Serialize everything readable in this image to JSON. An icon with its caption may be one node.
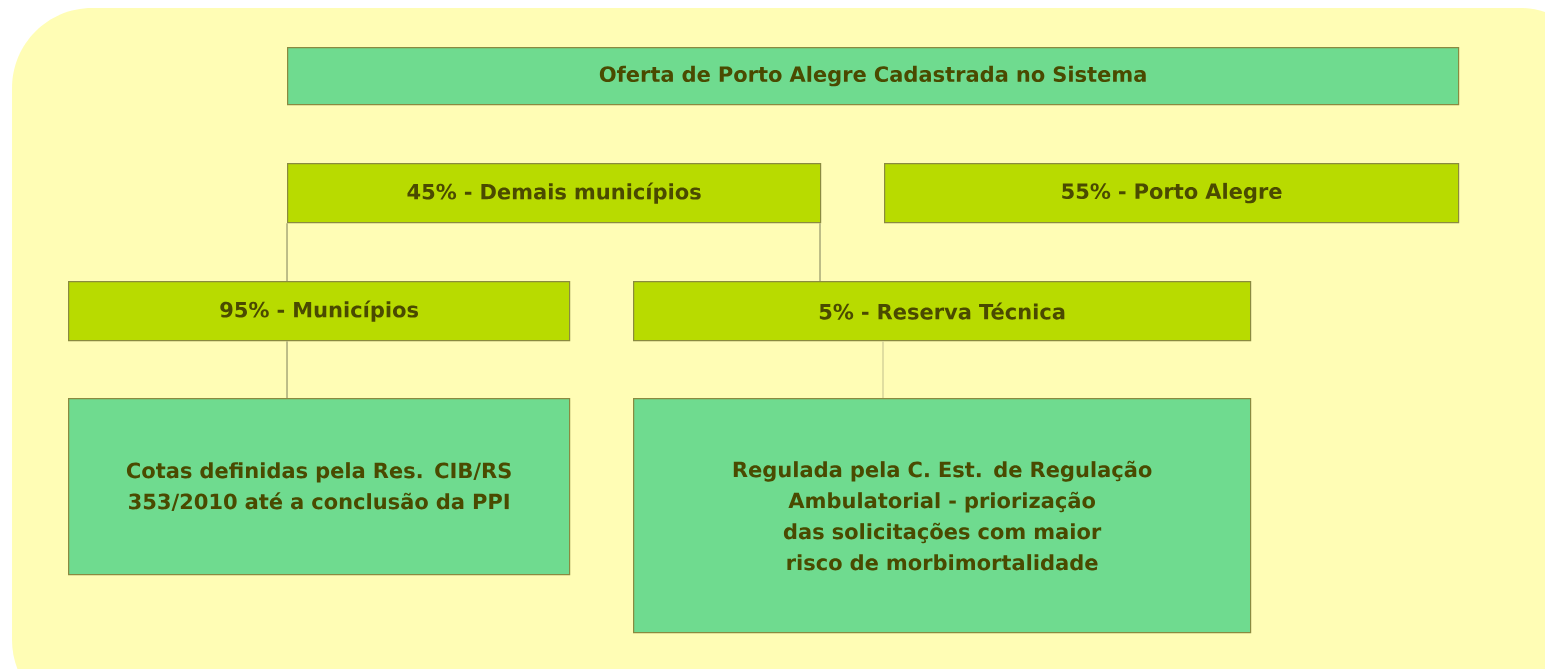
{
  "diagram": {
    "nodes": [
      {
        "text": [
          "Oferta de Porto Alegre Cadastrada no Sistema"
        ]
      },
      {
        "text": [
          "45% - Demais municípios"
        ]
      },
      {
        "text": [
          "55% - Porto Alegre"
        ]
      },
      {
        "text": [
          "95% - Municípios"
        ]
      },
      {
        "text": [
          "5% - Reserva Técnica"
        ]
      },
      {
        "text": [
          "Cotas definidas pela Res. CIB/RS 353/2010 até a conclusão da PPI"
        ]
      },
      {
        "text": [
          "Regulada pela C. Est. de Regulação Ambulatorial - priorização das solicitações com maior risco de morbimortalidade"
        ]
      }
    ],
    "edges": [
      {
        "from": 1,
        "to": 3,
        "arrow": "none"
      },
      {
        "from": 1,
        "to": 4,
        "arrow": "none"
      },
      {
        "from": 3,
        "to": 5,
        "arrow": "none"
      },
      {
        "from": 4,
        "to": 6,
        "arrow": "none",
        "color": "#d6d39a"
      }
    ]
  }
}
